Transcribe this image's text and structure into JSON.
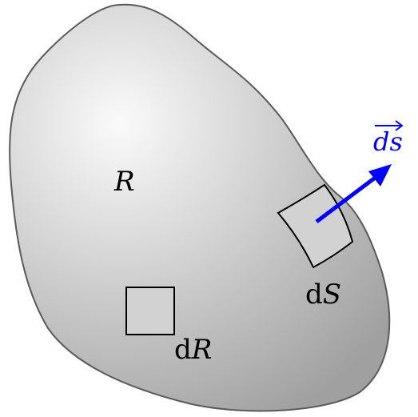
{
  "diagram": {
    "region_label": "R",
    "area_element": {
      "prefix": "d",
      "symbol": "R"
    },
    "surface_element": {
      "prefix": "d",
      "symbol": "S"
    },
    "normal_vector": {
      "label": "ds",
      "color": "#0000ff"
    }
  },
  "colors": {
    "region_fill_center": "#fafafa",
    "region_fill_edge": "#a6a6a6",
    "region_stroke": "#555555",
    "element_fill": "#d2d2d2",
    "element_stroke": "#000000",
    "vector": "#0000ff"
  }
}
